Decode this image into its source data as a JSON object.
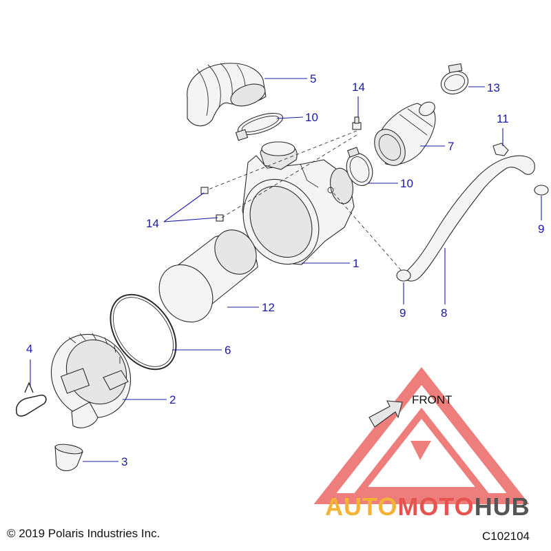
{
  "callouts": {
    "c1": "1",
    "c2": "2",
    "c3": "3",
    "c4": "4",
    "c5": "5",
    "c6": "6",
    "c7": "7",
    "c8": "8",
    "c9a": "9",
    "c9b": "9",
    "c10a": "10",
    "c10b": "10",
    "c11": "11",
    "c12": "12",
    "c13": "13",
    "c14a": "14",
    "c14b": "14"
  },
  "front_label": "FRONT",
  "copyright": "© 2019 Polaris Industries Inc.",
  "diagram_code": "C102104",
  "watermark": {
    "word_auto": "AUTO",
    "word_moto": "MOTO",
    "word_hub": "HUB",
    "colors": {
      "auto": "#f5b335",
      "moto": "#e8534f",
      "hub": "#555555",
      "triangle": "#e8534f"
    }
  }
}
